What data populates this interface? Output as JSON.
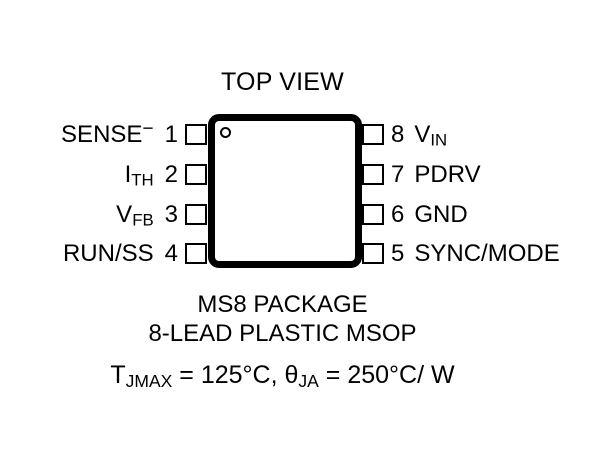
{
  "diagram": {
    "title": "TOP VIEW",
    "package_body": {
      "pin1_indicator": "pin1-dot"
    },
    "pins_left": [
      {
        "number": "1",
        "signal": "SENSE",
        "sup": "−",
        "sub": ""
      },
      {
        "number": "2",
        "signal": "I",
        "sup": "",
        "sub": "TH"
      },
      {
        "number": "3",
        "signal": "V",
        "sup": "",
        "sub": "FB"
      },
      {
        "number": "4",
        "signal": "RUN/SS",
        "sup": "",
        "sub": ""
      }
    ],
    "pins_right": [
      {
        "number": "8",
        "signal": "V",
        "sup": "",
        "sub": "IN"
      },
      {
        "number": "7",
        "signal": "PDRV",
        "sup": "",
        "sub": ""
      },
      {
        "number": "6",
        "signal": "GND",
        "sup": "",
        "sub": ""
      },
      {
        "number": "5",
        "signal": "SYNC/MODE",
        "sup": "",
        "sub": ""
      }
    ],
    "caption": {
      "line1": "MS8 PACKAGE",
      "line2": "8-LEAD PLASTIC MSOP",
      "line3_prefix": "T",
      "line3_sub1": "JMAX",
      "line3_mid": " = 125°C, ",
      "line3_theta": "θ",
      "line3_sub2": "JA",
      "line3_suffix": " = 250°C/ W"
    },
    "colors": {
      "ink": "#000000",
      "background": "#ffffff"
    }
  }
}
